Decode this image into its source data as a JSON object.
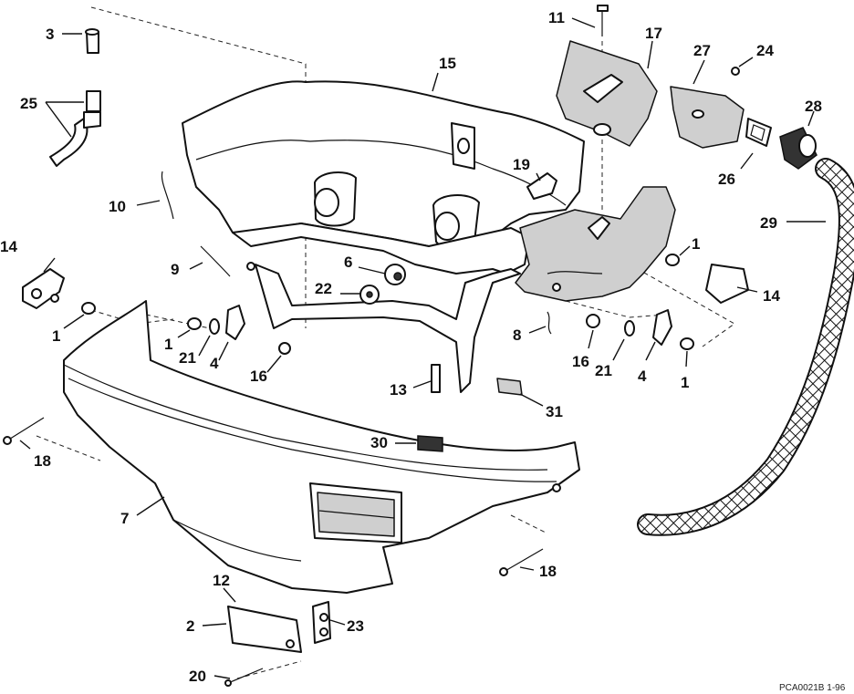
{
  "callouts": {
    "c1a": "1",
    "c1b": "1",
    "c1c": "1",
    "c1d": "1",
    "c2": "2",
    "c3": "3",
    "c4a": "4",
    "c4b": "4",
    "c6": "6",
    "c7": "7",
    "c8": "8",
    "c9": "9",
    "c10": "10",
    "c11": "11",
    "c12": "12",
    "c13": "13",
    "c14a": "14",
    "c14b": "14",
    "c15": "15",
    "c16a": "16",
    "c16b": "16",
    "c17": "17",
    "c18a": "18",
    "c18b": "18",
    "c19": "19",
    "c20": "20",
    "c21a": "21",
    "c21b": "21",
    "c22": "22",
    "c23": "23",
    "c24": "24",
    "c25": "25",
    "c26": "26",
    "c27": "27",
    "c28": "28",
    "c29": "29",
    "c30": "30",
    "c31": "31"
  },
  "drawing_code": "PCA0021B  1-96"
}
